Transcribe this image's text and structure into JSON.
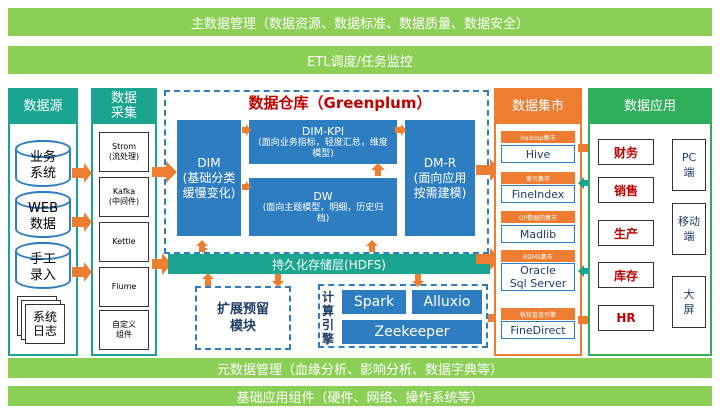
{
  "bands": {
    "top": "主数据管理（数据资源、数据标准、数据质量、数据安全）",
    "etl": "ETL调度/任务监控",
    "meta": "元数据管理（血缘分析、影响分析、数据字典等）",
    "base": "基础应用组件（硬件、网络、操作系统等）"
  },
  "sources": {
    "title": "数据源",
    "items": [
      "业务\n系统",
      "WEB\n数据",
      "手工\n录入",
      "系统\n日志"
    ]
  },
  "collect": {
    "title": "数据\n采集",
    "items": [
      "Strom\n(流处理)",
      "Kafka\n(中间件)",
      "Kettle",
      "Flume",
      "自定义\n组件"
    ]
  },
  "warehouse": {
    "title": "数据仓库（Greenplum）",
    "dim": "DIM\n(基础分类\n缓慢变化)",
    "dimkpi_title": "DIM-KPI",
    "dimkpi_desc": "(面向业务指标，轻度汇总，维度模型)",
    "dw_title": "DW",
    "dw_desc": "(面向主题模型，明细，历史归档)",
    "dmr": "DM-R\n(面向应用\n按需建模)"
  },
  "storage": "持久化存储层(HDFS)",
  "reserve": "扩展预留\n模块",
  "compute": {
    "label": "计\n算\n引\n擎",
    "spark": "Spark",
    "alluxio": "Alluxio",
    "zeekeeper": "Zeekeeper"
  },
  "mart": {
    "title": "数据集市",
    "items": [
      {
        "tag": "Hadoop集市",
        "name": "Hive"
      },
      {
        "tag": "索引集市",
        "name": "FineIndex"
      },
      {
        "tag": "GP数据的集市",
        "name": "Madlib"
      },
      {
        "tag": "RDMS集市",
        "name": "Oracle\nSql Server"
      },
      {
        "tag": "帆软直连引擎",
        "name": "FineDirect"
      }
    ]
  },
  "apps": {
    "title": "数据应用",
    "items": [
      "财务",
      "销售",
      "生产",
      "库存",
      "HR"
    ],
    "terminals": [
      "PC\n端",
      "移动\n端",
      "大\n屏"
    ]
  },
  "colors": {
    "green": "#8ccf56",
    "teal": "#1aa591",
    "blue": "#2e7dc1",
    "orange": "#ee7d31",
    "appgreen": "#2fae5b",
    "red": "#c00000"
  }
}
